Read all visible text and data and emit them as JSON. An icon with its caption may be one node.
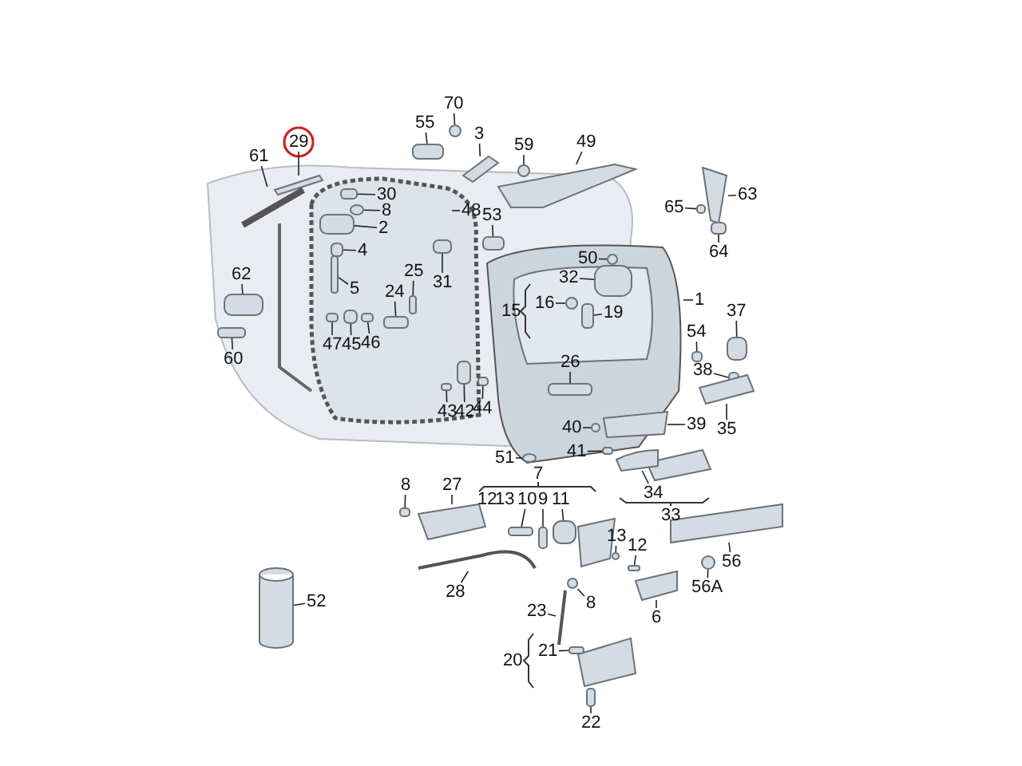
{
  "diagram": {
    "nodes": [
      {
        "text": [
          "70"
        ]
      },
      {
        "text": [
          "55"
        ]
      },
      {
        "text": [
          "3"
        ]
      },
      {
        "text": [
          "29"
        ]
      },
      {
        "text": [
          "49"
        ]
      },
      {
        "text": [
          "59"
        ]
      },
      {
        "text": [
          "61"
        ]
      },
      {
        "text": [
          "30"
        ]
      },
      {
        "text": [
          "63"
        ]
      },
      {
        "text": [
          "65"
        ]
      },
      {
        "text": [
          "8"
        ]
      },
      {
        "text": [
          "48"
        ]
      },
      {
        "text": [
          "53"
        ]
      },
      {
        "text": [
          "2"
        ]
      },
      {
        "text": [
          "64"
        ]
      },
      {
        "text": [
          "4"
        ]
      },
      {
        "text": [
          "50"
        ]
      },
      {
        "text": [
          "25"
        ]
      },
      {
        "text": [
          "62"
        ]
      },
      {
        "text": [
          "32"
        ]
      },
      {
        "text": [
          "31"
        ]
      },
      {
        "text": [
          "5"
        ]
      },
      {
        "text": [
          "24"
        ]
      },
      {
        "text": [
          "1"
        ]
      },
      {
        "text": [
          "16"
        ]
      },
      {
        "text": [
          "15"
        ]
      },
      {
        "text": [
          "37"
        ]
      },
      {
        "text": [
          "19"
        ]
      },
      {
        "text": [
          "54"
        ]
      },
      {
        "text": [
          "47"
        ]
      },
      {
        "text": [
          "45"
        ]
      },
      {
        "text": [
          "46"
        ]
      },
      {
        "text": [
          "60"
        ]
      },
      {
        "text": [
          "26"
        ]
      },
      {
        "text": [
          "38"
        ]
      },
      {
        "text": [
          "44"
        ]
      },
      {
        "text": [
          "43"
        ]
      },
      {
        "text": [
          "42"
        ]
      },
      {
        "text": [
          "40"
        ]
      },
      {
        "text": [
          "39"
        ]
      },
      {
        "text": [
          "35"
        ]
      },
      {
        "text": [
          "51"
        ]
      },
      {
        "text": [
          "41"
        ]
      },
      {
        "text": [
          "7"
        ]
      },
      {
        "text": [
          "8"
        ]
      },
      {
        "text": [
          "27"
        ]
      },
      {
        "text": [
          "34"
        ]
      },
      {
        "text": [
          "12"
        ]
      },
      {
        "text": [
          "13"
        ]
      },
      {
        "text": [
          "10"
        ]
      },
      {
        "text": [
          "9"
        ]
      },
      {
        "text": [
          "11"
        ]
      },
      {
        "text": [
          "33"
        ]
      },
      {
        "text": [
          "13"
        ]
      },
      {
        "text": [
          "12"
        ]
      },
      {
        "text": [
          "56"
        ]
      },
      {
        "text": [
          "56A"
        ]
      },
      {
        "text": [
          "28"
        ]
      },
      {
        "text": [
          "8"
        ]
      },
      {
        "text": [
          "52"
        ]
      },
      {
        "text": [
          "23"
        ]
      },
      {
        "text": [
          "6"
        ]
      },
      {
        "text": [
          "20"
        ]
      },
      {
        "text": [
          "21"
        ]
      },
      {
        "text": [
          "22"
        ]
      },
      {
        "text": [],
        "shape": "circle"
      },
      {
        "text": [],
        "shape": "box"
      },
      {
        "text": [],
        "shape": "picture"
      },
      {
        "text": [],
        "shape": "bar"
      },
      {
        "text": [],
        "shape": "picture"
      },
      {
        "text": [],
        "shape": "circle"
      },
      {
        "text": [],
        "shape": "picture"
      },
      {
        "text": [],
        "shape": "box"
      },
      {
        "text": [],
        "shape": "picture"
      },
      {
        "text": [],
        "shape": "box"
      },
      {
        "text": [],
        "shape": "circle"
      },
      {
        "text": [],
        "shape": "box"
      },
      {
        "text": [],
        "shape": "box"
      },
      {
        "text": [],
        "shape": "box"
      },
      {
        "text": [],
        "shape": "box"
      },
      {
        "text": [],
        "shape": "circle"
      },
      {
        "text": [],
        "shape": "box"
      },
      {
        "text": [],
        "shape": "box"
      },
      {
        "text": [],
        "shape": "box"
      },
      {
        "text": [],
        "shape": "box"
      },
      {
        "text": [],
        "shape": "box"
      },
      {
        "text": [],
        "shape": "box"
      },
      {
        "text": [],
        "shape": "circle"
      },
      {
        "text": [],
        "shape": "box"
      },
      {
        "text": [],
        "shape": "box"
      },
      {
        "text": [],
        "shape": "box"
      },
      {
        "text": [],
        "shape": "box"
      },
      {
        "text": [],
        "shape": "box"
      },
      {
        "text": [],
        "shape": "box"
      },
      {
        "text": [],
        "shape": "box"
      },
      {
        "text": [],
        "shape": "box"
      },
      {
        "text": [],
        "shape": "box"
      },
      {
        "text": [],
        "shape": "box"
      },
      {
        "text": [],
        "shape": "box"
      },
      {
        "text": [],
        "shape": "box"
      },
      {
        "text": [],
        "shape": "circle"
      },
      {
        "text": [],
        "shape": "picture"
      },
      {
        "text": [],
        "shape": "picture"
      },
      {
        "text": [],
        "shape": "circle"
      },
      {
        "text": [],
        "shape": "box"
      },
      {
        "text": [],
        "shape": "box"
      },
      {
        "text": [],
        "shape": "picture"
      },
      {
        "text": [],
        "shape": "picture"
      },
      {
        "text": [],
        "shape": "box"
      },
      {
        "text": [],
        "shape": "box"
      },
      {
        "text": [],
        "shape": "box"
      },
      {
        "text": [],
        "shape": "circle"
      },
      {
        "text": [],
        "shape": "box"
      },
      {
        "text": [],
        "shape": "bar"
      },
      {
        "text": [],
        "shape": "circle"
      },
      {
        "text": [],
        "shape": "picture"
      },
      {
        "text": [],
        "shape": "circle"
      },
      {
        "text": [],
        "shape": "cylinder"
      },
      {
        "text": [],
        "shape": "picture"
      },
      {
        "text": [],
        "shape": "picture"
      },
      {
        "text": [],
        "shape": "box"
      },
      {
        "text": [],
        "shape": "box"
      }
    ],
    "edges": [
      {
        "from": 0,
        "to": 65,
        "arrow": "none"
      },
      {
        "from": 1,
        "to": 66,
        "arrow": "none"
      },
      {
        "from": 2,
        "to": 67,
        "arrow": "none"
      },
      {
        "from": 3,
        "to": 68,
        "arrow": "none"
      },
      {
        "from": 4,
        "to": 69,
        "arrow": "none"
      },
      {
        "from": 5,
        "to": 70,
        "arrow": "none"
      },
      {
        "from": 6,
        "to": 71,
        "arrow": "none"
      },
      {
        "from": 7,
        "to": 72,
        "arrow": "none"
      },
      {
        "from": 8,
        "to": 73,
        "arrow": "none"
      },
      {
        "from": 9,
        "to": 74,
        "arrow": "none"
      },
      {
        "from": 10,
        "to": 75,
        "arrow": "none"
      },
      {
        "from": 11,
        "to": null,
        "arrow": "none"
      },
      {
        "from": 12,
        "to": 76,
        "arrow": "none"
      },
      {
        "from": 13,
        "to": 77,
        "arrow": "none"
      },
      {
        "from": 14,
        "to": 78,
        "arrow": "none"
      },
      {
        "from": 15,
        "to": 79,
        "arrow": "none"
      },
      {
        "from": 16,
        "to": 80,
        "arrow": "none"
      },
      {
        "from": 17,
        "to": 81,
        "arrow": "none"
      },
      {
        "from": 18,
        "to": 82,
        "arrow": "none"
      },
      {
        "from": 19,
        "to": 83,
        "arrow": "none"
      },
      {
        "from": 20,
        "to": 84,
        "arrow": "none"
      },
      {
        "from": 21,
        "to": 85,
        "arrow": "none"
      },
      {
        "from": 22,
        "to": 86,
        "arrow": "none"
      },
      {
        "from": 23,
        "to": null,
        "arrow": "none"
      },
      {
        "from": 24,
        "to": 87,
        "arrow": "none"
      },
      {
        "from": 26,
        "to": 88,
        "arrow": "none"
      },
      {
        "from": 27,
        "to": 89,
        "arrow": "none"
      },
      {
        "from": 28,
        "to": 90,
        "arrow": "none"
      },
      {
        "from": 29,
        "to": 91,
        "arrow": "none"
      },
      {
        "from": 30,
        "to": 92,
        "arrow": "none"
      },
      {
        "from": 31,
        "to": 93,
        "arrow": "none"
      },
      {
        "from": 32,
        "to": 94,
        "arrow": "none"
      },
      {
        "from": 33,
        "to": 95,
        "arrow": "none"
      },
      {
        "from": 34,
        "to": 96,
        "arrow": "none"
      },
      {
        "from": 35,
        "to": 97,
        "arrow": "none"
      },
      {
        "from": 36,
        "to": 98,
        "arrow": "none"
      },
      {
        "from": 37,
        "to": 99,
        "arrow": "none"
      },
      {
        "from": 38,
        "to": 100,
        "arrow": "none"
      },
      {
        "from": 39,
        "to": 101,
        "arrow": "none"
      },
      {
        "from": 40,
        "to": 102,
        "arrow": "none"
      },
      {
        "from": 41,
        "to": 103,
        "arrow": "none"
      },
      {
        "from": 42,
        "to": 104,
        "arrow": "none"
      },
      {
        "from": 44,
        "to": 105,
        "arrow": "none"
      },
      {
        "from": 45,
        "to": 106,
        "arrow": "none"
      },
      {
        "from": 46,
        "to": 107,
        "arrow": "none"
      },
      {
        "from": 49,
        "to": 108,
        "arrow": "none"
      },
      {
        "from": 50,
        "to": 109,
        "arrow": "none"
      },
      {
        "from": 51,
        "to": 110,
        "arrow": "none"
      },
      {
        "from": 53,
        "to": 111,
        "arrow": "none"
      },
      {
        "from": 54,
        "to": 112,
        "arrow": "none"
      },
      {
        "from": 55,
        "to": 113,
        "arrow": "none"
      },
      {
        "from": 56,
        "to": 114,
        "arrow": "none"
      },
      {
        "from": 57,
        "to": 115,
        "arrow": "none"
      },
      {
        "from": 58,
        "to": 116,
        "arrow": "none"
      },
      {
        "from": 59,
        "to": 117,
        "arrow": "none"
      },
      {
        "from": 60,
        "to": 118,
        "arrow": "none"
      },
      {
        "from": 61,
        "to": 119,
        "arrow": "none"
      },
      {
        "from": 63,
        "to": 120,
        "arrow": "none"
      },
      {
        "from": 64,
        "to": 121,
        "arrow": "none"
      }
    ]
  }
}
